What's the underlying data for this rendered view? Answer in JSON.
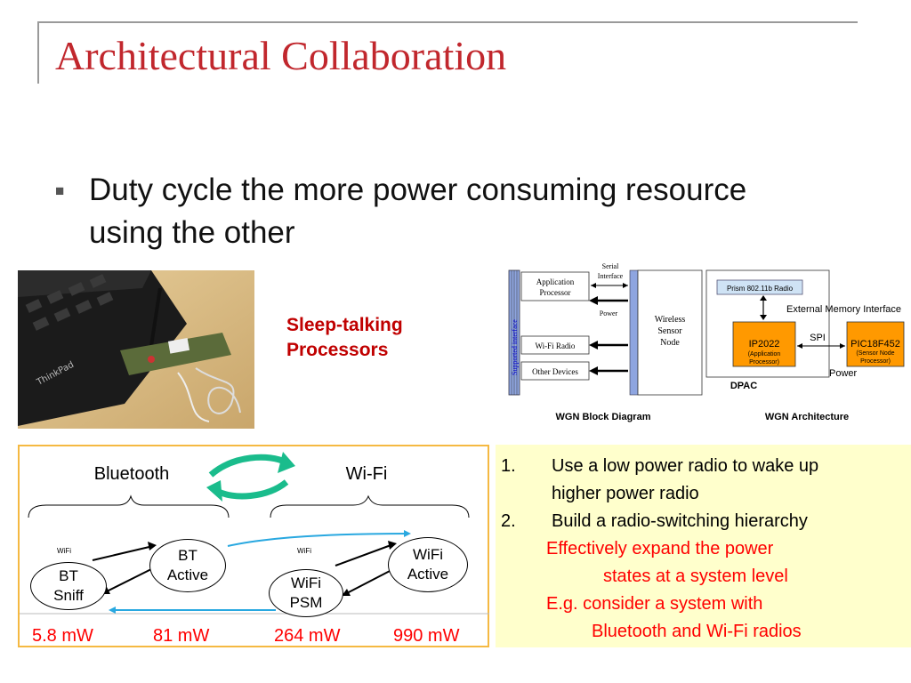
{
  "slide": {
    "title": "Architectural Collaboration",
    "bullet": "Duty cycle the more power consuming resource using the other"
  },
  "photo": {
    "brand_text": "ThinkPad"
  },
  "sleep_label": "Sleep-talking\nProcessors",
  "block_diagram": {
    "caption": "WGN Block Diagram",
    "supported_interface": "Supported interface",
    "app_processor": [
      "Application",
      "Processor"
    ],
    "serial_interface": [
      "Serial",
      "Interface"
    ],
    "power": "Power",
    "wifi_radio": "Wi-Fi Radio",
    "other_devices": "Other Devices",
    "sensor_node": [
      "Wireless",
      "Sensor",
      "Node"
    ]
  },
  "architecture": {
    "caption": "WGN Architecture",
    "prism": "Prism 802.11b Radio",
    "ext_mem": "External Memory Interface",
    "ip2022": "IP2022",
    "ip2022_sub": [
      "(Application",
      "Processor)"
    ],
    "spi": "SPI",
    "pic": "PIC18F452",
    "pic_sub": [
      "(Sensor Node",
      "Processor)"
    ],
    "power": "Power",
    "dpac": "DPAC"
  },
  "radio_diagram": {
    "bluetooth": "Bluetooth",
    "wifi": "Wi-Fi",
    "wifi_small_1": "WiFi",
    "wifi_small_2": "WiFi",
    "bt_sniff": [
      "BT",
      "Sniff"
    ],
    "bt_active": [
      "BT",
      "Active"
    ],
    "wifi_psm": [
      "WiFi",
      "PSM"
    ],
    "wifi_active": [
      "WiFi",
      "Active"
    ],
    "powers": [
      "5.8 mW",
      "81 mW",
      "264 mW",
      "990 mW"
    ]
  },
  "notes": {
    "item1_num": "1.",
    "item1_lines": [
      "Use a low power radio to wake up",
      "higher power radio"
    ],
    "item2_num": "2.",
    "item2_line": "Build a radio-switching hierarchy",
    "sub_lines": [
      "Effectively expand the power",
      "states at a system level",
      "E.g. consider a system with",
      "Bluetooth and Wi-Fi radios"
    ]
  },
  "colors": {
    "title": "#c1272d",
    "accent_red": "#ff0000",
    "note_bg": "#ffffcc",
    "frame": "#f5b942",
    "ip_orange": "#ff9900",
    "arrow_teal": "#1abc8c",
    "flow_blue": "#29a8e0"
  }
}
